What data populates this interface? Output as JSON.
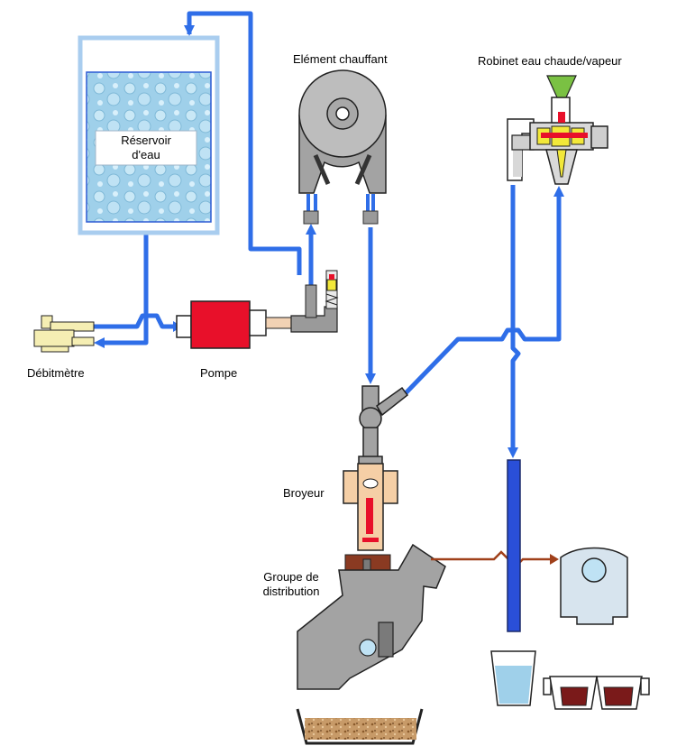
{
  "labels": {
    "reservoir": "Réservoir\nd'eau",
    "heater": "Elément chauffant",
    "tap": "Robinet eau chaude/vapeur",
    "flowmeter": "Débitmètre",
    "pump": "Pompe",
    "grinder": "Broyeur",
    "brew_group": "Groupe de\ndistribution"
  },
  "colors": {
    "water_pipe": "#2f6ee8",
    "coffee_pipe": "#a0401a",
    "reservoir_frame": "#a9cdef",
    "pump_body": "#e8102a",
    "grey_metal": "#8c8c8c",
    "tap_funnel": "#7ac143",
    "grinder_body": "#f5cfa6",
    "grounds": "#c79a68",
    "tube_blue": "#2a4fd8"
  }
}
